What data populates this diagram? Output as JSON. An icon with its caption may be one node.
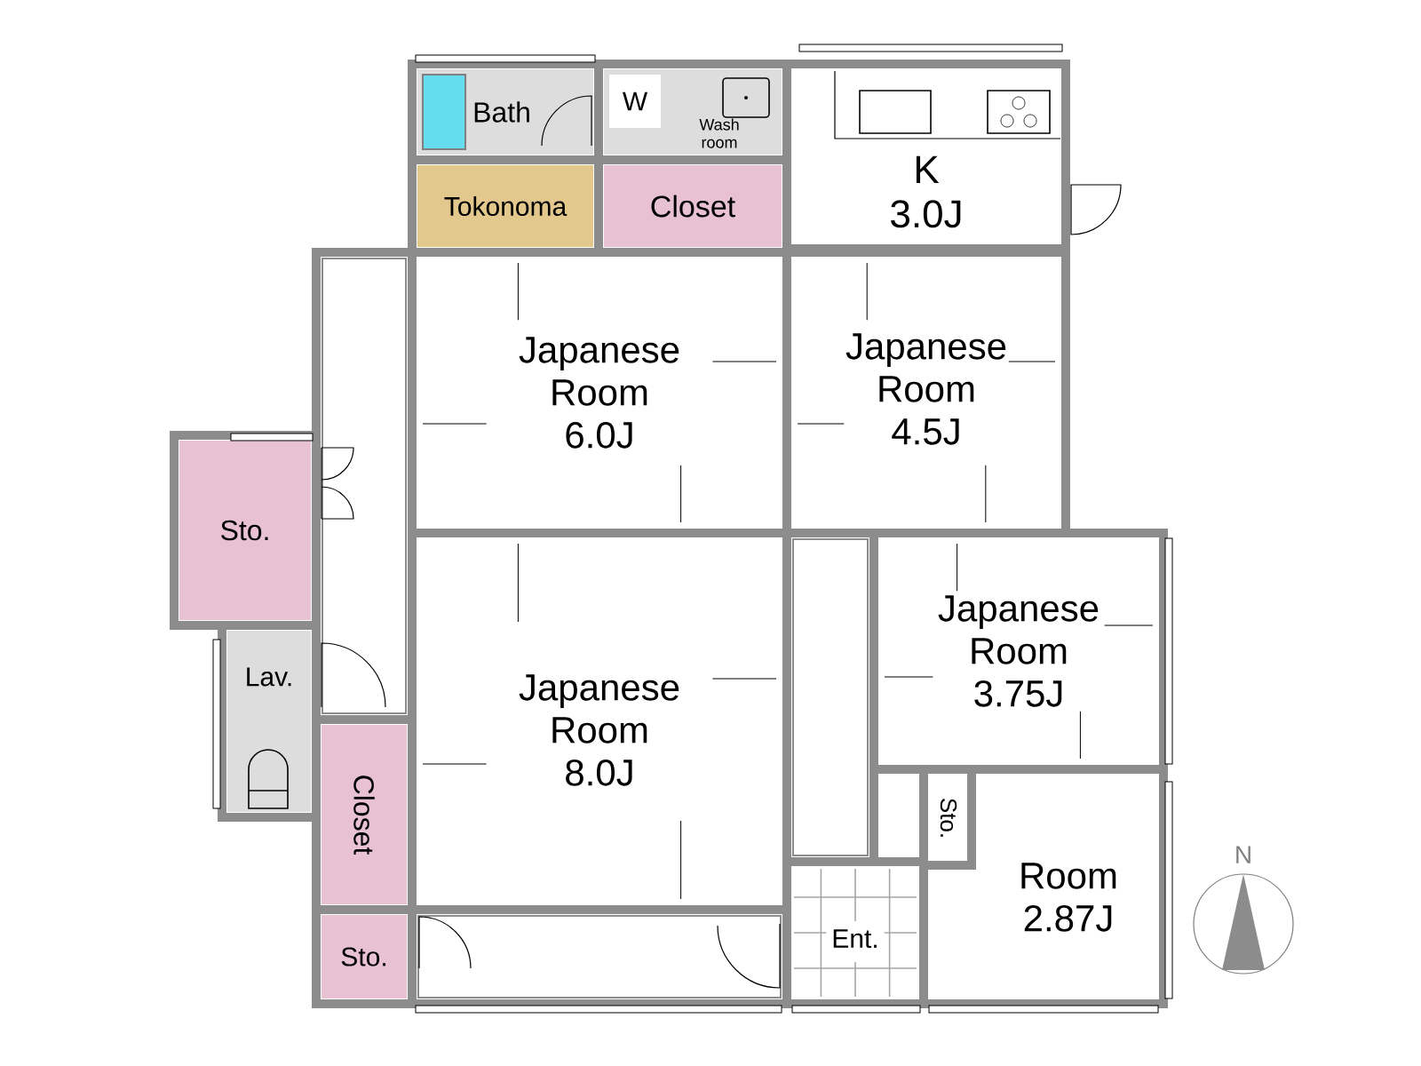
{
  "diagram": {
    "nodes": [
      {
        "text": [
          "Bath"
        ]
      },
      {
        "text": [
          "Wash room"
        ]
      },
      {
        "text": [
          "W"
        ],
        "in": 1
      },
      {
        "text": [
          "K",
          "3.0J"
        ]
      },
      {
        "text": [
          "Tokonoma"
        ]
      },
      {
        "text": [
          "Closet"
        ]
      },
      {
        "text": [
          "Japanese Room",
          "6.0J"
        ]
      },
      {
        "text": [
          "Japanese Room",
          "4.5J"
        ]
      },
      {
        "text": [
          "Sto."
        ]
      },
      {
        "text": [
          "Lav."
        ]
      },
      {
        "text": [
          "Japanese Room",
          "8.0J"
        ]
      },
      {
        "text": [
          "Japanese Room",
          "3.75J"
        ]
      },
      {
        "text": [
          "Closet"
        ]
      },
      {
        "text": [
          "Sto."
        ],
        "in": 15
      },
      {
        "text": [
          "Ent."
        ]
      },
      {
        "text": [
          "Room",
          "2.87J"
        ]
      },
      {
        "text": [
          "Sto."
        ]
      },
      {
        "text": [],
        "shape": "box"
      },
      {
        "text": [],
        "shape": "box"
      },
      {
        "text": [],
        "shape": "box"
      }
    ],
    "labels": [
      "N"
    ]
  }
}
